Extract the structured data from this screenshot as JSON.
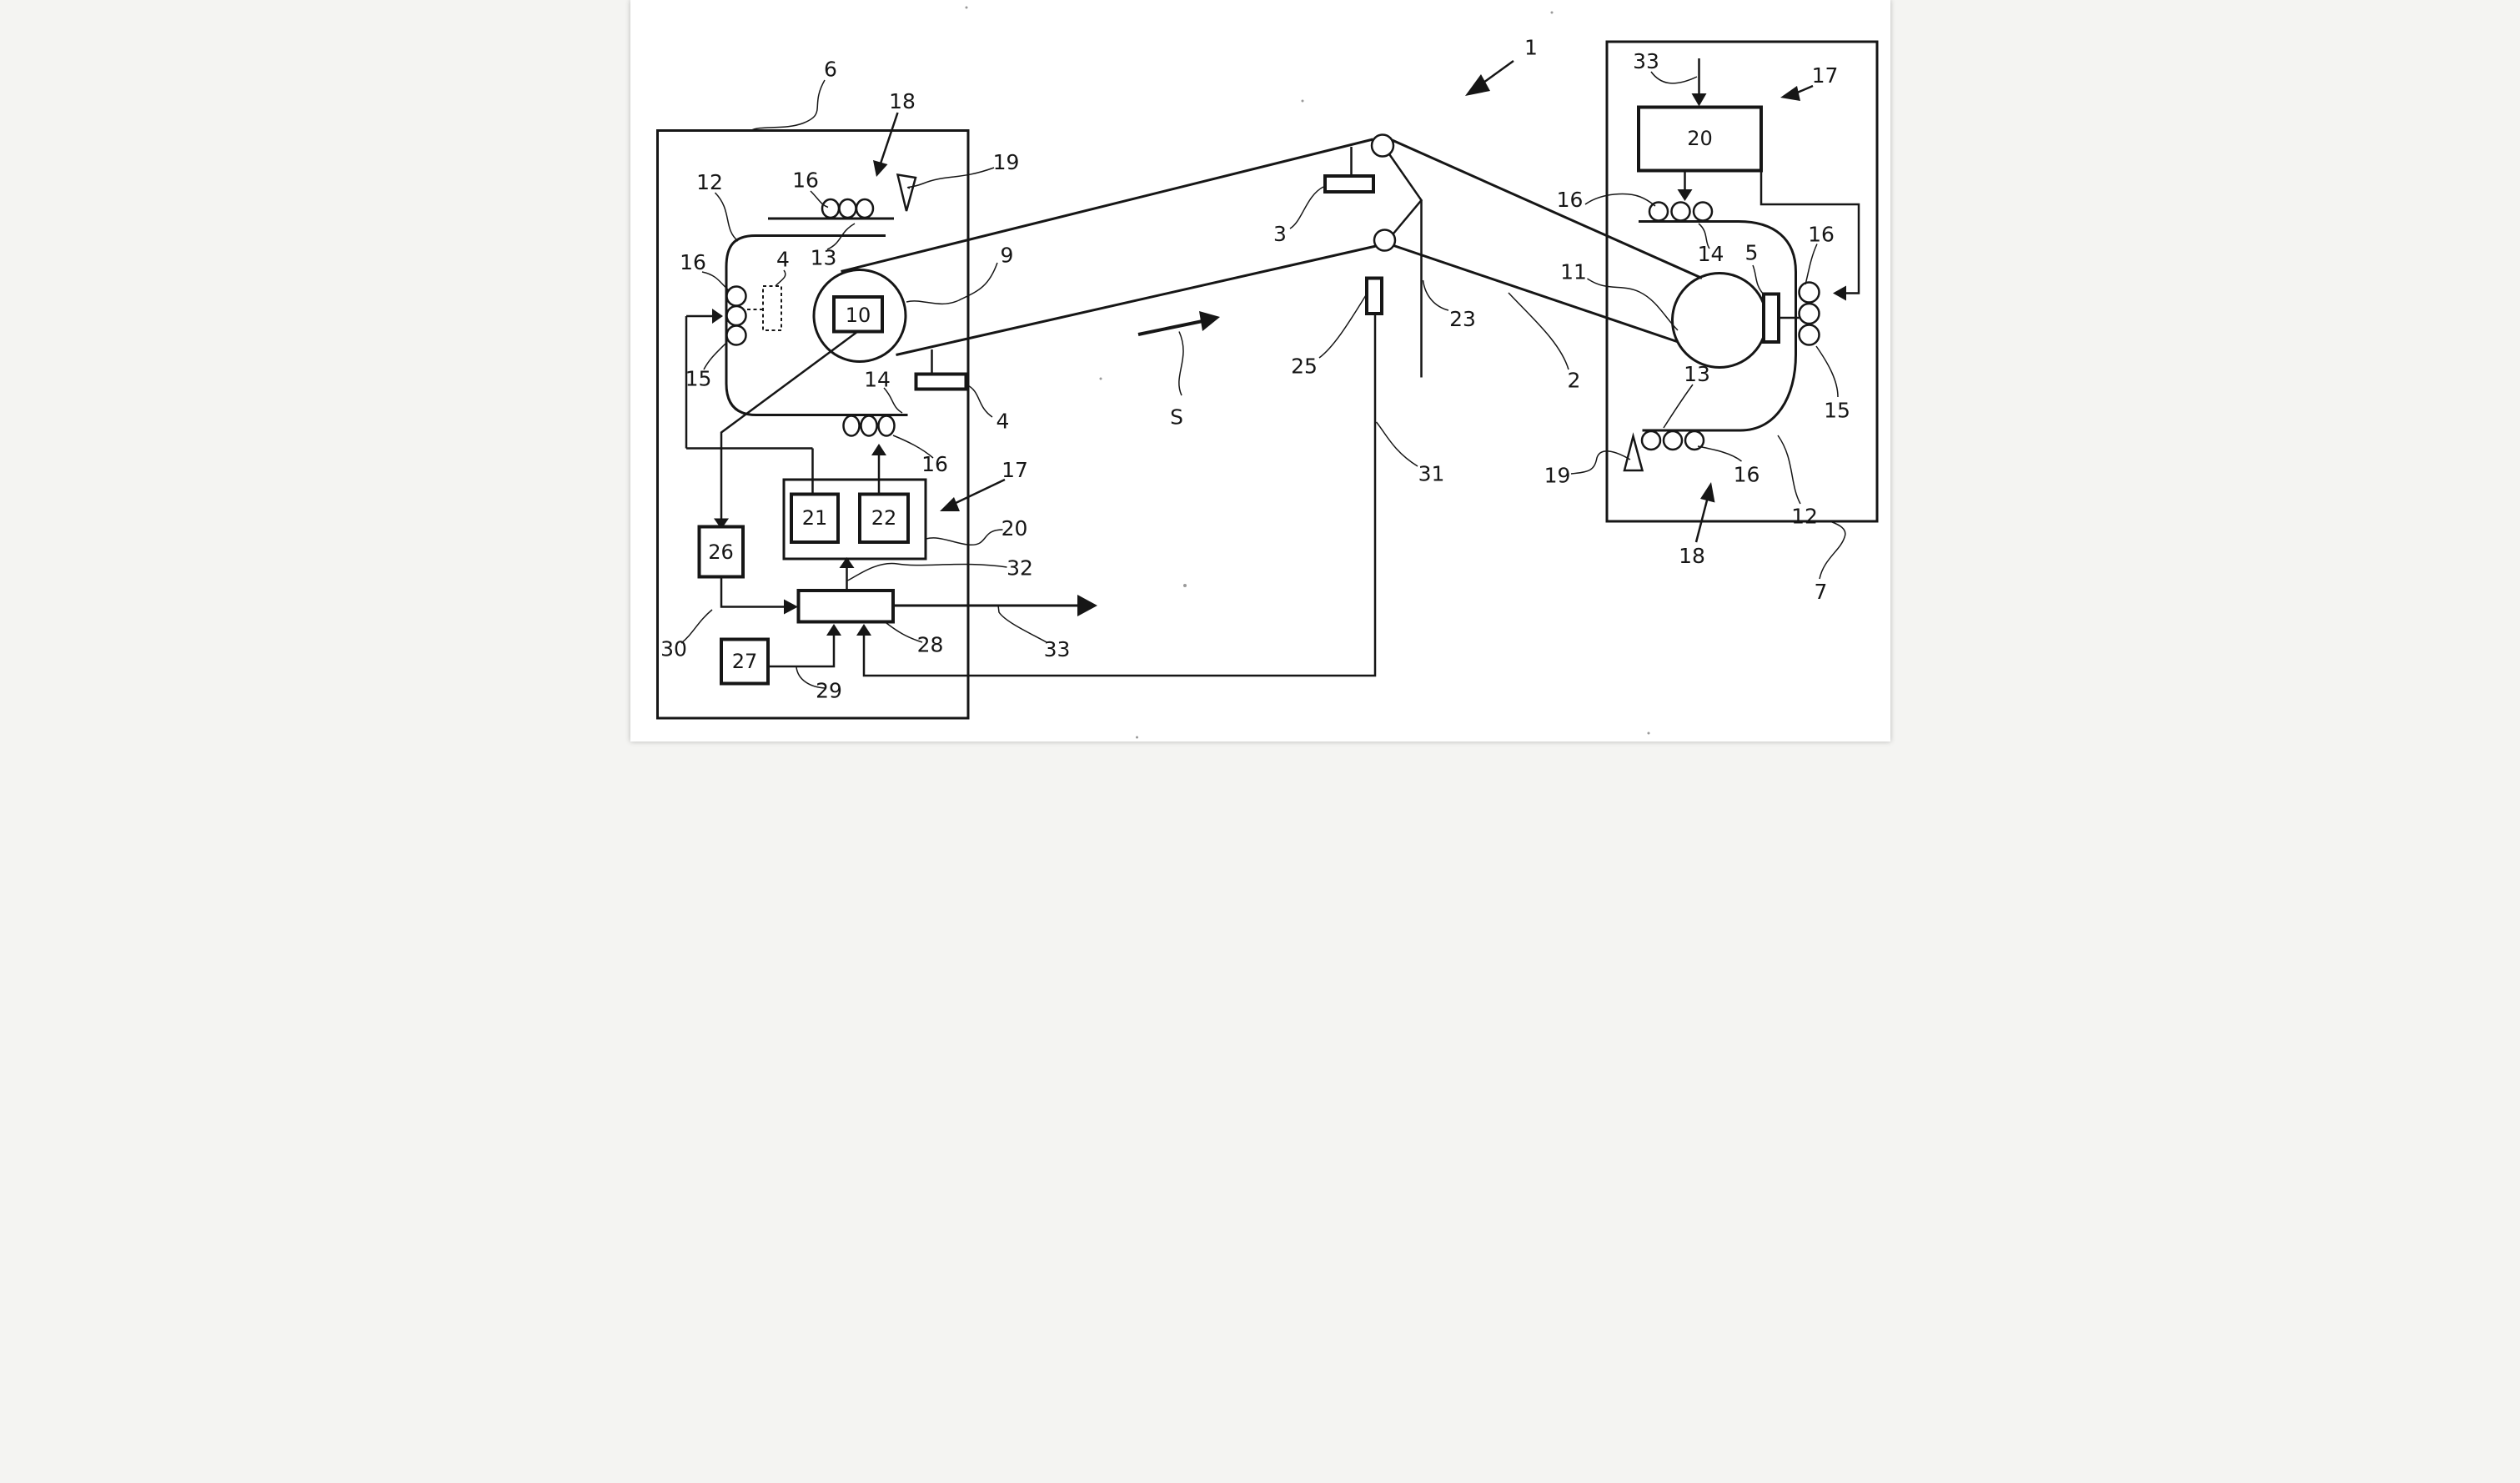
{
  "figure": {
    "kind": "patent-machine-diagram",
    "ink_color": "#161616",
    "paper_color": "#ffffff",
    "direction_letter": {
      "text": "S",
      "meaning": "web-travel-direction"
    },
    "labels": {
      "l1": {
        "text": "1",
        "target": "overall-apparatus"
      },
      "l6": {
        "text": "6",
        "target": "left-unit-enclosure"
      },
      "l18a": {
        "text": "18",
        "target": "left-upper-region-arrow"
      },
      "l12a": {
        "text": "12",
        "target": "left-drum-housing"
      },
      "l16a": {
        "text": "16",
        "target": "left-top-rollers"
      },
      "l13a": {
        "text": "13",
        "target": "left-top-roller-rail"
      },
      "l19a": {
        "text": "19",
        "target": "left-nozzle-triangle"
      },
      "l4a": {
        "text": "4",
        "target": "dashed-element-in-left-housing"
      },
      "l16b": {
        "text": "16",
        "target": "left-side-roller-stack"
      },
      "l15a": {
        "text": "15",
        "target": "left-side-roller-stack-bottom"
      },
      "l9": {
        "text": "9",
        "target": "left-drum"
      },
      "l10": {
        "text": "10",
        "target": "left-drum-core-box"
      },
      "l14a": {
        "text": "14",
        "target": "left-bottom-roller-rail"
      },
      "l4b": {
        "text": "4",
        "target": "hanging-sensor-under-belt"
      },
      "l16c": {
        "text": "16",
        "target": "left-bottom-rollers"
      },
      "l17a": {
        "text": "17",
        "target": "left-control-box-group"
      },
      "l20a": {
        "text": "20",
        "target": "left-control-box-group-outline"
      },
      "l21": {
        "text": "21",
        "target": "left-control-subbox-1"
      },
      "l22": {
        "text": "22",
        "target": "left-control-subbox-2"
      },
      "l26": {
        "text": "26",
        "target": "left-lower-box"
      },
      "l27": {
        "text": "27",
        "target": "left-bottom-box"
      },
      "l28": {
        "text": "28",
        "target": "wide-junction-box"
      },
      "l29": {
        "text": "29",
        "target": "line-27-to-28"
      },
      "l30": {
        "text": "30",
        "target": "line-26-to-28"
      },
      "l32": {
        "text": "32",
        "target": "line-28-to-control-group"
      },
      "l33a": {
        "text": "33",
        "target": "output-arrow-from-28"
      },
      "l3": {
        "text": "3",
        "target": "sensor-on-upper-belt"
      },
      "l23": {
        "text": "23",
        "target": "guide-line-after-pulleys"
      },
      "l25": {
        "text": "25",
        "target": "web-sensor-bar"
      },
      "l31": {
        "text": "31",
        "target": "signal-line-25-to-28"
      },
      "l2": {
        "text": "2",
        "target": "web-belt-right-span"
      },
      "l33b": {
        "text": "33",
        "target": "input-arrow-right-unit"
      },
      "l17b": {
        "text": "17",
        "target": "right-control-region"
      },
      "l20b": {
        "text": "20",
        "target": "right-control-box"
      },
      "l16d": {
        "text": "16",
        "target": "right-top-rollers"
      },
      "l14b": {
        "text": "14",
        "target": "right-top-roller-rail"
      },
      "l11": {
        "text": "11",
        "target": "right-drum"
      },
      "l5": {
        "text": "5",
        "target": "right-actuator-bar"
      },
      "l16e": {
        "text": "16",
        "target": "right-side-roller-stack"
      },
      "l15b": {
        "text": "15",
        "target": "right-side-roller-stack-bottom"
      },
      "l13b": {
        "text": "13",
        "target": "right-bottom-roller-rail"
      },
      "l16f": {
        "text": "16",
        "target": "right-bottom-rollers"
      },
      "l19b": {
        "text": "19",
        "target": "right-nozzle-triangle"
      },
      "l18b": {
        "text": "18",
        "target": "right-lower-region-arrow"
      },
      "l12b": {
        "text": "12",
        "target": "right-drum-housing"
      },
      "l7": {
        "text": "7",
        "target": "right-unit-enclosure"
      }
    }
  }
}
